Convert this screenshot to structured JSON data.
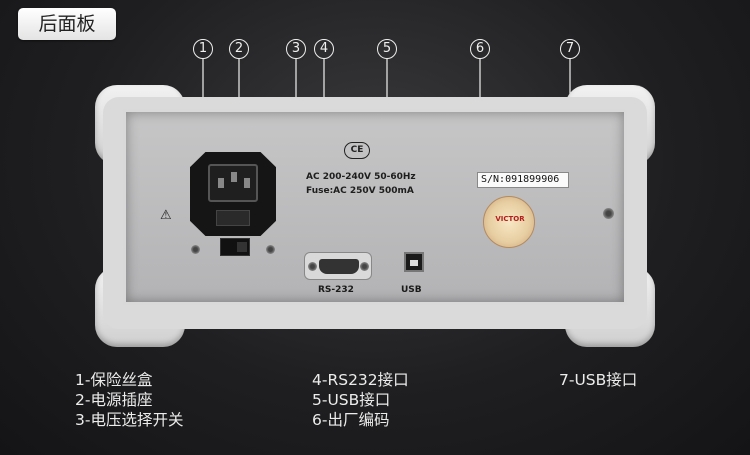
{
  "page_title": "后面板",
  "callouts": [
    "1",
    "2",
    "3",
    "4",
    "5",
    "6",
    "7"
  ],
  "panel": {
    "ce_mark": "CE",
    "spec_line1": "AC 200-240V 50-60Hz",
    "spec_line2": "Fuse:AC 250V 500mA",
    "warning_symbol": "⚠",
    "port_rs232_label": "RS-232",
    "port_usb_label": "USB",
    "serial_number": "S/N:091899906",
    "seal_brand": "VICTOR"
  },
  "legend": {
    "col1": [
      "1-保险丝盒",
      "2-电源插座",
      "3-电压选择开关"
    ],
    "col2": [
      "4-RS232接口",
      "5-USB接口",
      "6-出厂编码"
    ],
    "col3": [
      "7-USB接口"
    ]
  },
  "colors": {
    "background": "#222224",
    "bumper": "#e4e4e4",
    "panel": "#bdbdbe",
    "seal_text": "#b31d1d"
  }
}
